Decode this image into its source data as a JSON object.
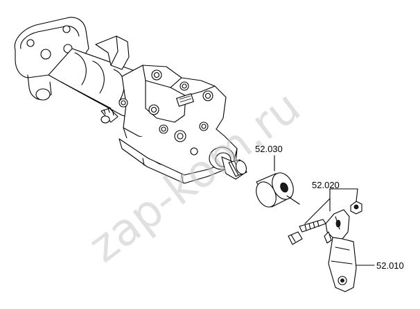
{
  "watermark": "zap-kom.ru",
  "callouts": {
    "part_1": "52.030",
    "part_2": "52.020",
    "part_3": "52.010"
  },
  "colors": {
    "line": "#000000",
    "background": "#ffffff",
    "watermark": "#c8c8c8"
  }
}
